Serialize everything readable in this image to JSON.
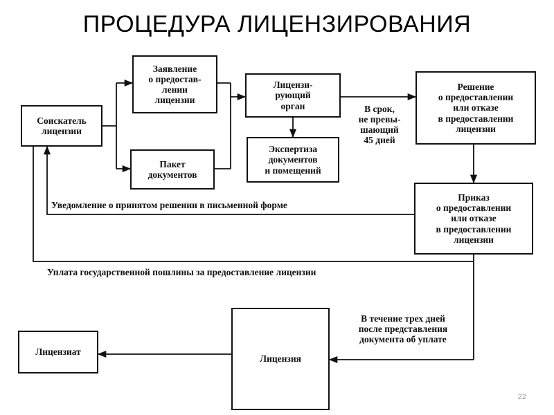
{
  "title": "ПРОЦЕДУРА ЛИЦЕНЗИРОВАНИЯ",
  "slide_number": "22",
  "boxes": {
    "applicant": "Соискатель\nлицензии",
    "application": "Заявление\nо предостав-\nлении\nлицензии",
    "documents": "Пакет\nдокументов",
    "authority": "Лицензи-\nрующий\nорган",
    "expertise": "Экспертиза\nдокументов\nи помещений",
    "decision": "Решение\nо предоставлении\nили отказе\nв предоставлении\nлицензии",
    "order": "Приказ\nо предоставлении\nили отказе\nв предоставлении\nлицензии",
    "license": "Лицензия",
    "licensee": "Лицензиат"
  },
  "labels": {
    "deadline": "В срок,\nне превы-\nшающий\n45 дней",
    "notification": "Уведомление о принятом решении в письменной форме",
    "fee": "Уплата государственной пошлины за предоставление лицензии",
    "three_days": "В течение трех дней\nпосле представления\nдокумента об уплате"
  },
  "colors": {
    "ink": "#111111",
    "background": "#ffffff"
  }
}
